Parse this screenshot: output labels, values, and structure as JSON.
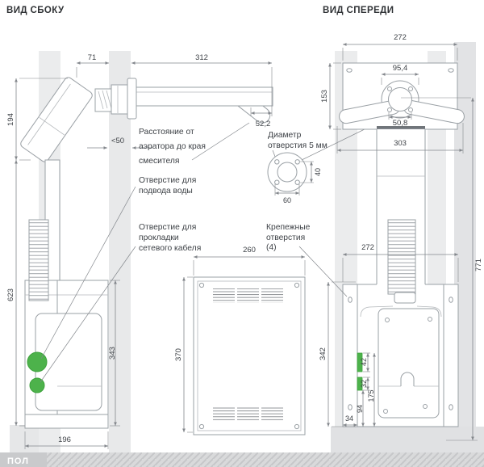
{
  "colors": {
    "green": "#4db24b",
    "green_stroke": "#3da23c",
    "wall": "#ebeced",
    "panel": "#e8e9ea",
    "wall_dark": "#e2e3e5",
    "pedestal": "#e0e1e3",
    "floor_chip": "#c9cacc",
    "outline": "#9aa0a5",
    "dim_line": "#83878c",
    "counter_bar": "#70757a"
  },
  "titles": {
    "side": "ВИД СБОКУ",
    "front": "ВИД СПЕРЕДИ"
  },
  "floor": {
    "label": "ПОЛ"
  },
  "side_view": {
    "dim_71": "71",
    "dim_312": "312",
    "dim_194": "194",
    "dim_623": "623",
    "dim_343": "343",
    "dim_196": "196",
    "dim_panel": "<50",
    "dim_52_2": "52,2",
    "note_aerator_1": "Расстояние от",
    "note_aerator_2": "аэратора до края",
    "note_aerator_3": "смесителя",
    "note_water_1": "Отверстие для",
    "note_water_2": "подвода воды",
    "note_cable_1": "Отверстие для",
    "note_cable_2": "прокладки",
    "note_cable_3": "сетевого кабеля"
  },
  "control_unit": {
    "dim_260": "260",
    "dim_370": "370"
  },
  "front_view": {
    "dim_272_plate": "272",
    "dim_153": "153",
    "dim_95_4": "95,4",
    "dim_50_8": "50,8",
    "dim_303": "303",
    "dim_771": "771",
    "dim_272_unit": "272",
    "dim_342": "342",
    "dim_42": "42",
    "dim_32": "32",
    "dim_175": "175",
    "dim_94": "94",
    "dim_34": "34",
    "note_mount_1": "Крепежные",
    "note_mount_2": "отверстия",
    "note_mount_3": "(4)"
  },
  "hole_detail": {
    "note_1": "Диаметр",
    "note_2": "отверстия 5 мм",
    "dim_40": "40",
    "dim_60": "60"
  }
}
